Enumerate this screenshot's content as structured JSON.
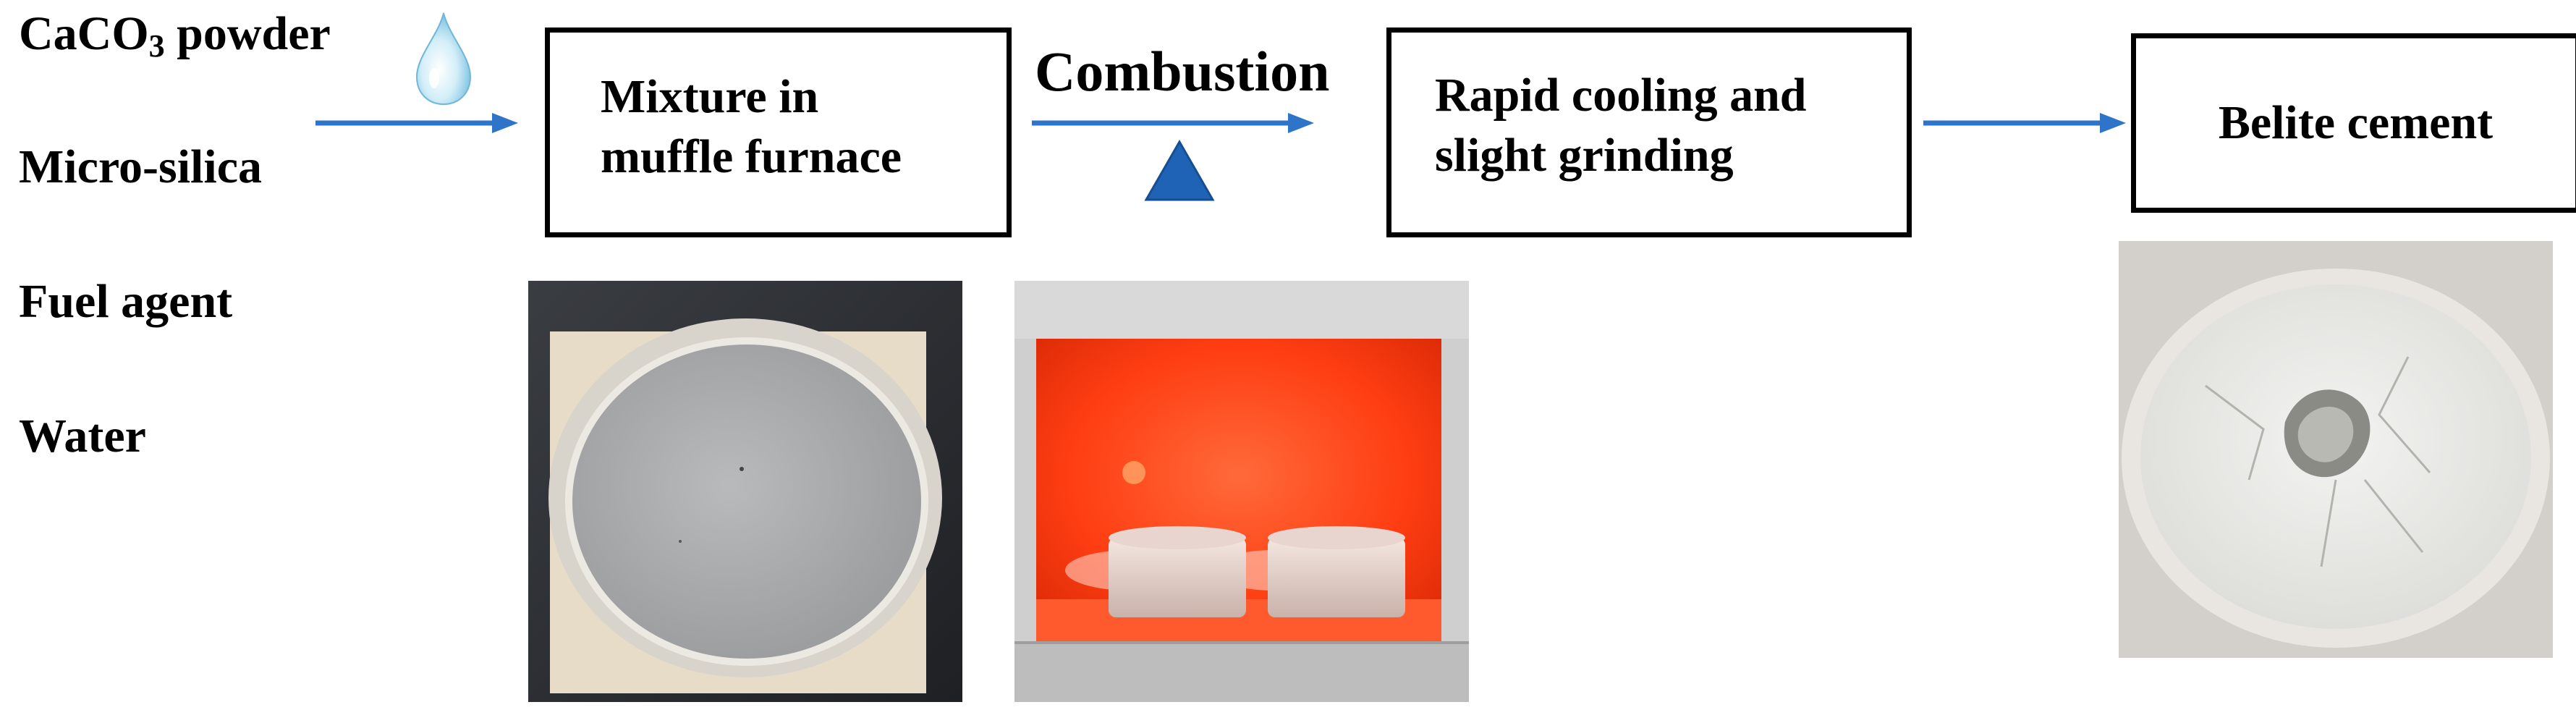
{
  "ingredients": [
    {
      "main": "CaCO",
      "sub": "3",
      "rest": " powder"
    },
    {
      "main": "Micro-silica"
    },
    {
      "main": "Fuel agent"
    },
    {
      "main": "Water"
    }
  ],
  "steps": {
    "mixture": [
      "Mixture in",
      "muffle furnace"
    ],
    "combustion": "Combustion",
    "cooling": [
      "Rapid cooling and",
      "slight grinding"
    ],
    "belite": "Belite cement"
  },
  "icons": {
    "water_drop": "water-drop-icon",
    "heat": "triangle-heat-icon"
  },
  "colors": {
    "arrow": "#2E75C9",
    "triangle": "#1F63B6",
    "drop": "#A8D8EE",
    "furnace_glow": "#FF4A1A"
  }
}
